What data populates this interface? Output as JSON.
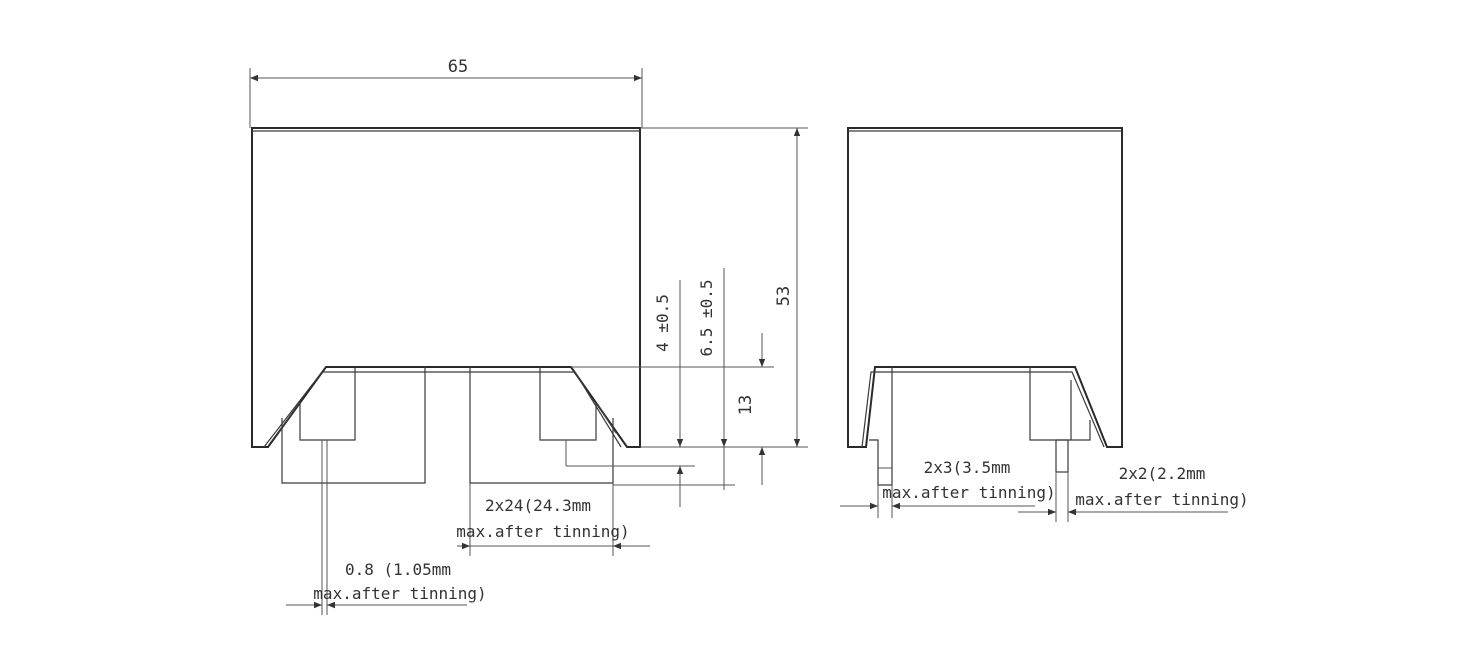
{
  "dimensions": {
    "width": "65",
    "height": "53",
    "tab_height": "13",
    "lead_4": "4 ±0.5",
    "lead_6_5": "6.5 ±0.5"
  },
  "notes": {
    "lead_width_line1": "0.8 (1.05mm",
    "lead_width_line2": "max.after tinning)",
    "pitch_line1": "2x24(24.3mm",
    "pitch_line2": "max.after tinning)",
    "side_a_line1": "2x3(3.5mm",
    "side_a_line2": "max.after tinning)",
    "side_b_line1": "2x2(2.2mm",
    "side_b_line2": "max.after tinning)"
  }
}
